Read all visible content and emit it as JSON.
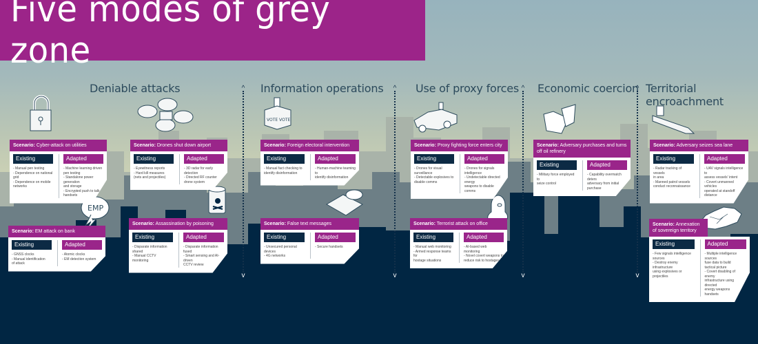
{
  "title": "Five modes of grey zone",
  "colors": {
    "purple": "#9c2489",
    "navy": "#012643",
    "sky_top": "#97b3bd",
    "glow": "#cdd2b5"
  },
  "modes": [
    {
      "label": "Deniable attacks"
    },
    {
      "label": "Information operations"
    },
    {
      "label": "Use of proxy forces"
    },
    {
      "label": "Economic coercion"
    },
    {
      "label": "Territorial encroachment"
    }
  ],
  "labels": {
    "scenario": "Scenario:",
    "existing": "Existing",
    "adapted": "Adapted"
  },
  "icons": {
    "padlock": "padlock-icon",
    "drone": "drone-icon",
    "emp": "EMP",
    "poison": "poison-tin-icon",
    "ballot": "VOTE",
    "phone": "smartphone-icon",
    "truck": "pickup-truck-icon",
    "mask": "balaclava-icon",
    "handshake": "handshake-icon",
    "ship": "ship-icon",
    "map": "map-icon"
  },
  "scenarios": [
    {
      "title": "Cyber-attack on utilities",
      "existing": [
        "- Manual pen testing",
        "- Dependence on national grid",
        "- Dependence on mobile",
        "  networks"
      ],
      "adapted": [
        "- Machine learning driven",
        "  pen testing",
        "- Standalone power generation",
        "  and storage",
        "- Encrypted push to talk",
        "  handsets"
      ]
    },
    {
      "title": "Drones shut down airport",
      "existing": [
        "- Eyewitness reports",
        "- Hard kill measures",
        "  (nets and projectiles)"
      ],
      "adapted": [
        "- 3D radar for early detection",
        "- Directed RF counter",
        "  drone system"
      ]
    },
    {
      "title": "EM attack on bank",
      "existing": [
        "- GNSS clocks",
        "- Manual identification",
        "  of attack"
      ],
      "adapted": [
        "- Atomic clocks",
        "- EM detection system"
      ]
    },
    {
      "title": "Assassination by poisoning",
      "existing": [
        "- Disparate information shared",
        "- Manual CCTV monitoring"
      ],
      "adapted": [
        "- Disparate information fused",
        "- Smart sensing and AI-driven",
        "  CCTV review"
      ]
    },
    {
      "title": "Foreign electoral intervention",
      "existing": [
        "- Manual fact checking to",
        "  identify disinformation"
      ],
      "adapted": [
        "- Human-machine teaming to",
        "  identify disinformation"
      ]
    },
    {
      "title": "False text messages",
      "existing": [
        "- Unsecured personal devices",
        "- 4G networks"
      ],
      "adapted": [
        "- Secure handsets"
      ]
    },
    {
      "title": "Proxy fighting force enters city",
      "existing": [
        "- Drones for visual surveillance",
        "- Detectable explosives to",
        "  disable comms"
      ],
      "adapted": [
        "- Drones for signals intelligence",
        "- Undetectable directed energy",
        "  weapons to disable comms"
      ]
    },
    {
      "title": "Terrorist attack on office",
      "existing": [
        "- Manual web monitoring",
        "- Armed response teams for",
        "  hostage situations"
      ],
      "adapted": [
        "- AI-based web monitoring",
        "- Novel covert weapons to",
        "  reduce risk to hostages"
      ]
    },
    {
      "title": "Adversary purchases and turns off oil refinery",
      "existing": [
        "- Military force employed to",
        "  seize control"
      ],
      "adapted": [
        "- Capability overmatch deters",
        "  adversary from initial",
        "  purchase"
      ]
    },
    {
      "title": "Adversary seizes sea lane",
      "existing": [
        "- Radar tracking of vessels",
        "  in area",
        "- Manned patrol vessels",
        "  conduct reconnaissance"
      ],
      "adapted": [
        "- UAV signals intelligence to",
        "  assess vessels' intent",
        "- Covert unmanned vehicles",
        "  operated at standoff distance"
      ]
    },
    {
      "title": "Annexation of sovereign territory",
      "existing": [
        "- Few signals intelligence",
        "  sources",
        "- Destroy enemy infrastructure",
        "  using explosives or",
        "  projectiles"
      ],
      "adapted": [
        "- Multiple intelligence sources",
        "  fuse data to build",
        "  tactical picture",
        "- Covert disabling of enemy",
        "  infrastructure using directed",
        "  energy weapons",
        "  handsets"
      ]
    }
  ]
}
